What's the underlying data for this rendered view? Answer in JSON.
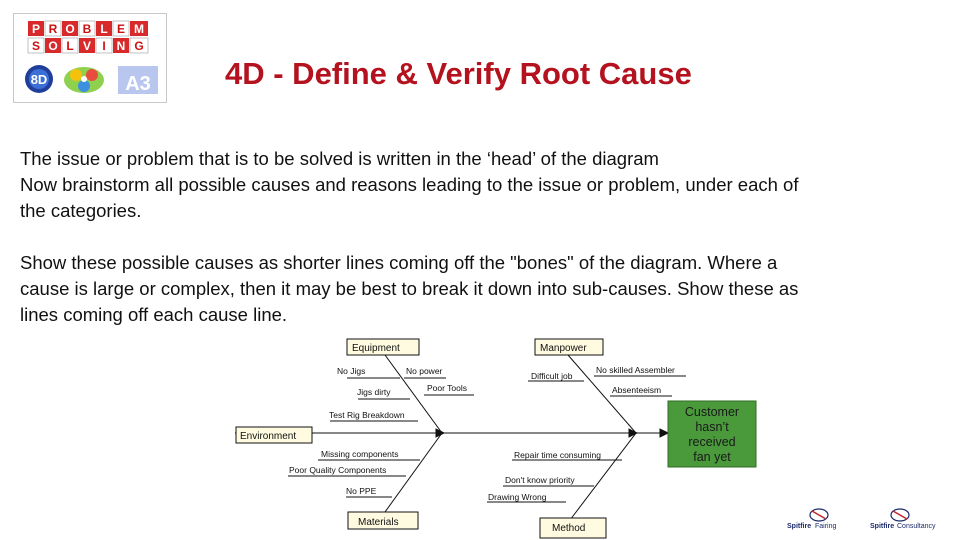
{
  "title": "4D - Define & Verify Root Cause",
  "logo": {
    "top_letters": [
      "P",
      "R",
      "O",
      "B",
      "L",
      "E",
      "M"
    ],
    "bottom_letters": [
      "S",
      "O",
      "L",
      "V",
      "I",
      "N",
      "G"
    ],
    "badges": [
      "8D",
      "A3"
    ]
  },
  "paragraphs": {
    "p1": [
      "The issue or problem that is to be solved is written in the ‘head’ of the diagram",
      "Now brainstorm all possible causes and reasons leading to the issue or problem, under each of",
      "the categories."
    ],
    "p2": [
      "Show these possible causes as shorter lines coming off the \"bones\" of the diagram. Where a",
      "cause is large or complex, then it may be best to break it down into sub-causes. Show these as",
      "lines coming off each cause line."
    ]
  },
  "diagram": {
    "head": [
      "Customer",
      "hasn’t",
      "received",
      "fan yet"
    ],
    "categories": {
      "equipment": "Equipment",
      "manpower": "Manpower",
      "environment": "Environment",
      "materials": "Materials",
      "method": "Method"
    },
    "causes": {
      "no_jigs": "No Jigs",
      "no_power": "No power",
      "jigs_dirty": "Jigs dirty",
      "poor_tools": "Poor Tools",
      "test_rig": "Test Rig Breakdown",
      "difficult_job": "Difficult job",
      "no_skilled": "No skilled Assembler",
      "absenteeism": "Absenteeism",
      "missing_components": "Missing components",
      "poor_quality": "Poor Quality Components",
      "no_ppe": "No PPE",
      "repair_time": "Repair time consuming",
      "priority": "Don't know priority",
      "drawing_wrong": "Drawing Wrong"
    }
  },
  "footer": {
    "logo1_a": "Spitfire",
    "logo1_b": "Fairing",
    "logo2_a": "Spitfire",
    "logo2_b": "Consultancy"
  },
  "colors": {
    "title": "#b3121e",
    "category_box": "#fffbe0",
    "head_box": "#4a9a3c",
    "footer_brand": "#1b2a6b"
  }
}
